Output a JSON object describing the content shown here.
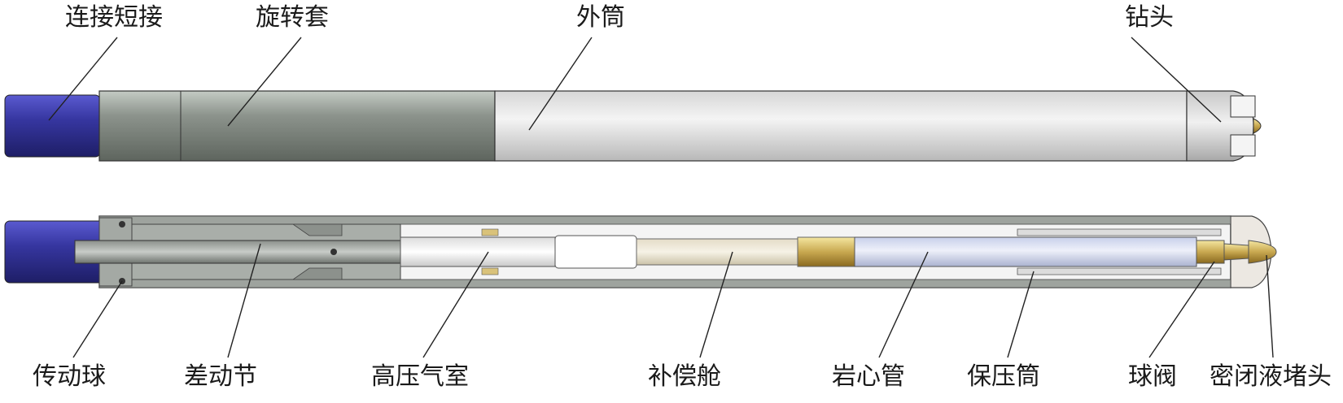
{
  "diagram": {
    "top_labels": [
      {
        "key": "connector",
        "text": "连接短接"
      },
      {
        "key": "rotating_sleeve",
        "text": "旋转套"
      },
      {
        "key": "outer_tube",
        "text": "外筒"
      },
      {
        "key": "drill_bit",
        "text": "钻头"
      }
    ],
    "bottom_labels": [
      {
        "key": "transmission_ball",
        "text": "传动球"
      },
      {
        "key": "differential_section",
        "text": "差动节"
      },
      {
        "key": "high_pressure_chamber",
        "text": "高压气室"
      },
      {
        "key": "compensation_chamber",
        "text": "补偿舱"
      },
      {
        "key": "core_tube",
        "text": "岩心管"
      },
      {
        "key": "pressure_holding_tube",
        "text": "保压筒"
      },
      {
        "key": "ball_valve",
        "text": "球阀"
      },
      {
        "key": "sealing_plug",
        "text": "密闭液堵头"
      }
    ]
  },
  "colors": {
    "connector_blue": "#3a3aa0",
    "sleeve_gray": "#8a918a",
    "tube_silver": "#e4e4e4",
    "brass": "#c8a850",
    "outline": "#333333"
  }
}
